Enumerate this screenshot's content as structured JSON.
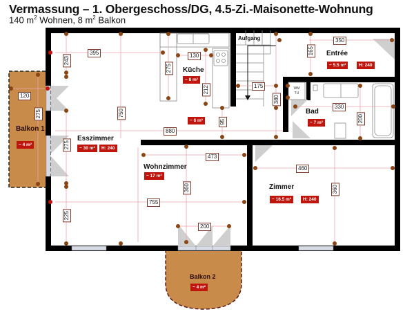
{
  "header": {
    "title": "Vermassung – 1. Obergeschoss/DG, 4.5-Zi.-Maisonette-Wohnung",
    "subtitle_prefix": "140 m",
    "subtitle_mid": " Wohnen, 8 m",
    "subtitle_suffix": " Balkon",
    "sup": "2"
  },
  "colors": {
    "wall": "#000000",
    "balcony": "#c98b4a",
    "badge": "#c0150c",
    "dim_line": "#e9a5b0",
    "dim_point": "#8b4513"
  },
  "rooms": {
    "kueche": {
      "label": "Küche",
      "area": "~ 8 m²"
    },
    "flur": {
      "area": "~ 6 m²"
    },
    "aufgang": {
      "label": "Aufgang"
    },
    "entree": {
      "label": "Entrée",
      "area": "~ 5.5 m²",
      "height": "H: 240"
    },
    "bad": {
      "label": "Bad",
      "area": "~ 7 m²",
      "wm": "WM",
      "tu": "TU"
    },
    "esszimmer": {
      "label": "Esszimmer",
      "area": "~ 30 m²",
      "height": "H: 240"
    },
    "wohnzimmer": {
      "label": "Wohnzimmer",
      "area": "~ 17 m²"
    },
    "zimmer": {
      "label": "Zimmer",
      "area": "~ 16.5 m²",
      "height": "H: 240"
    },
    "balkon1": {
      "label": "Balkon 1",
      "area": "~ 4 m²"
    },
    "balkon2": {
      "label": "Balkon 2",
      "area": "~ 4 m²"
    }
  },
  "dimensions": {
    "d395": "395",
    "d243": "243",
    "d130": "130",
    "d275_kitchen": "275",
    "d212": "212",
    "d95": "95",
    "d175": "175",
    "d380": "380",
    "d165": "165",
    "d350": "350",
    "d330": "330",
    "d200_bad": "200",
    "d120": "120",
    "d275_balkon": "275",
    "d275_ess": "275",
    "d750": "750",
    "d880": "880",
    "d473": "473",
    "d360_wohn": "360",
    "d755": "755",
    "d225": "225",
    "d200_wohn": "200",
    "d460": "460",
    "d360_zimmer": "360"
  }
}
